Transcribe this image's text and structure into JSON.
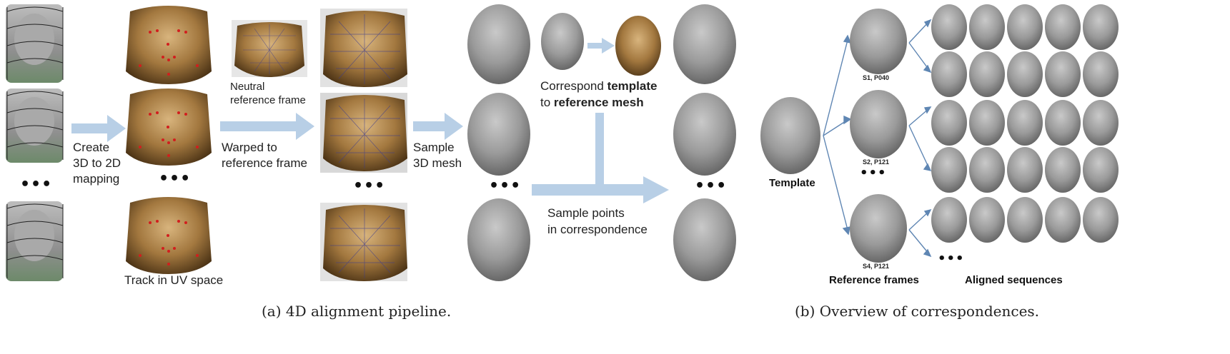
{
  "panel_a": {
    "label_create": [
      "Create",
      "3D to 2D",
      "mapping"
    ],
    "label_track": "Track in UV space",
    "label_neutral": [
      "Neutral",
      "reference frame"
    ],
    "label_warped": [
      "Warped to",
      "reference frame"
    ],
    "label_sample": [
      "Sample",
      "3D mesh"
    ],
    "label_correspond_1_pre": "Correspond ",
    "label_correspond_1_bold": "template",
    "label_correspond_2_pre": "to ",
    "label_correspond_2_bold": "reference mesh",
    "label_sample_points": [
      "Sample points",
      "in correspondence"
    ],
    "ellipsis": "•••",
    "caption": "(a) 4D alignment pipeline."
  },
  "panel_b": {
    "template_label": "Template",
    "ref_labels": [
      "S1, P040",
      "S2, P121",
      "S4, P121"
    ],
    "reference_frames_label": "Reference frames",
    "aligned_label": "Aligned sequences",
    "ellipsis": "•••",
    "caption": "(b) Overview of correspondences."
  },
  "colors": {
    "arrow": "#b8cfe6",
    "arrow_b": "#5f86b3",
    "gray_face": "#8e8e8e",
    "texture_face": "#a8844f",
    "landmark": "#d21e1e"
  }
}
